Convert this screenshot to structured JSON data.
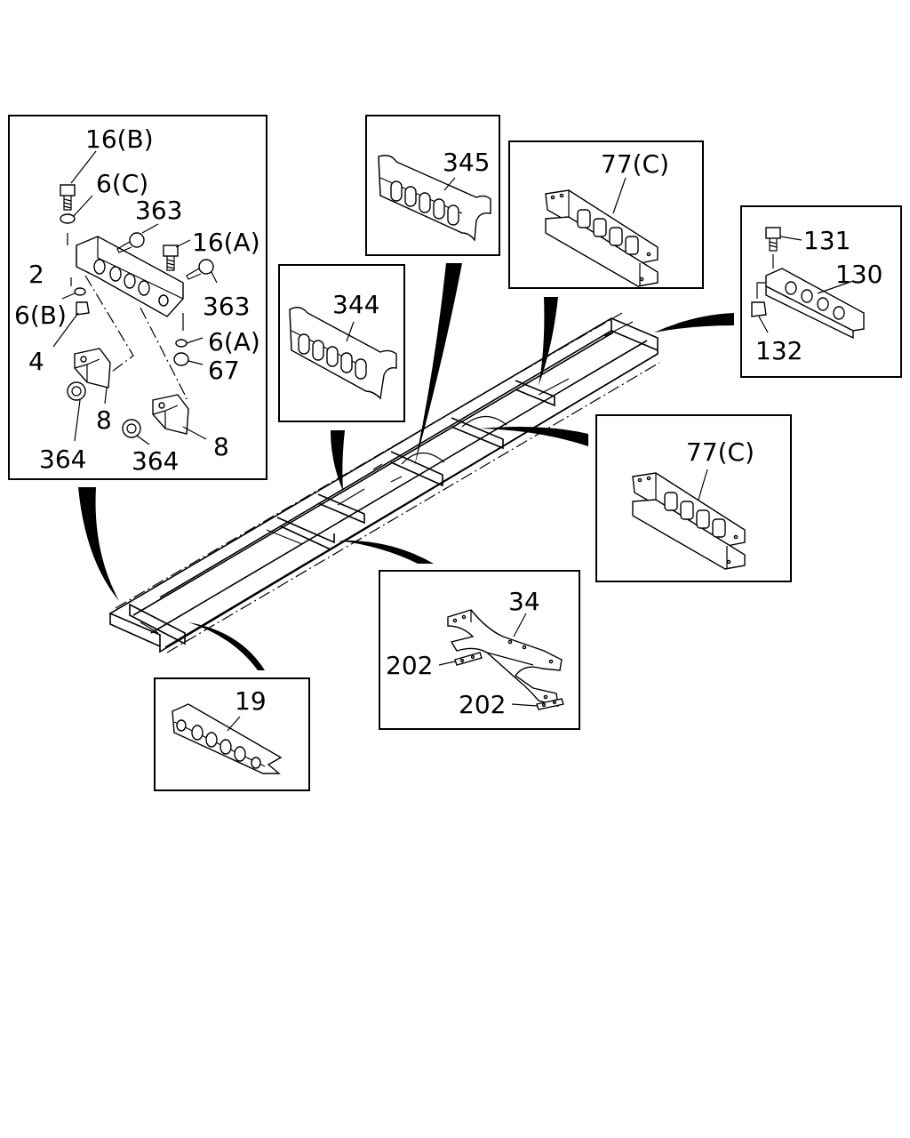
{
  "labels": {
    "bracket_panel": {
      "l16b": "16(B)",
      "l6c": "6(C)",
      "l363a": "363",
      "l16a": "16(A)",
      "l2": "2",
      "l363b": "363",
      "l6b": "6(B)",
      "l6a": "6(A)",
      "l4": "4",
      "l67": "67",
      "l8a": "8",
      "l8b": "8",
      "l364a": "364",
      "l364b": "364"
    },
    "p345": "345",
    "p344": "344",
    "p77c_top": "77(C)",
    "p77c_mid": "77(C)",
    "p131": "131",
    "p130": "130",
    "p132": "132",
    "p34": "34",
    "p202a": "202",
    "p202b": "202",
    "p19": "19"
  }
}
